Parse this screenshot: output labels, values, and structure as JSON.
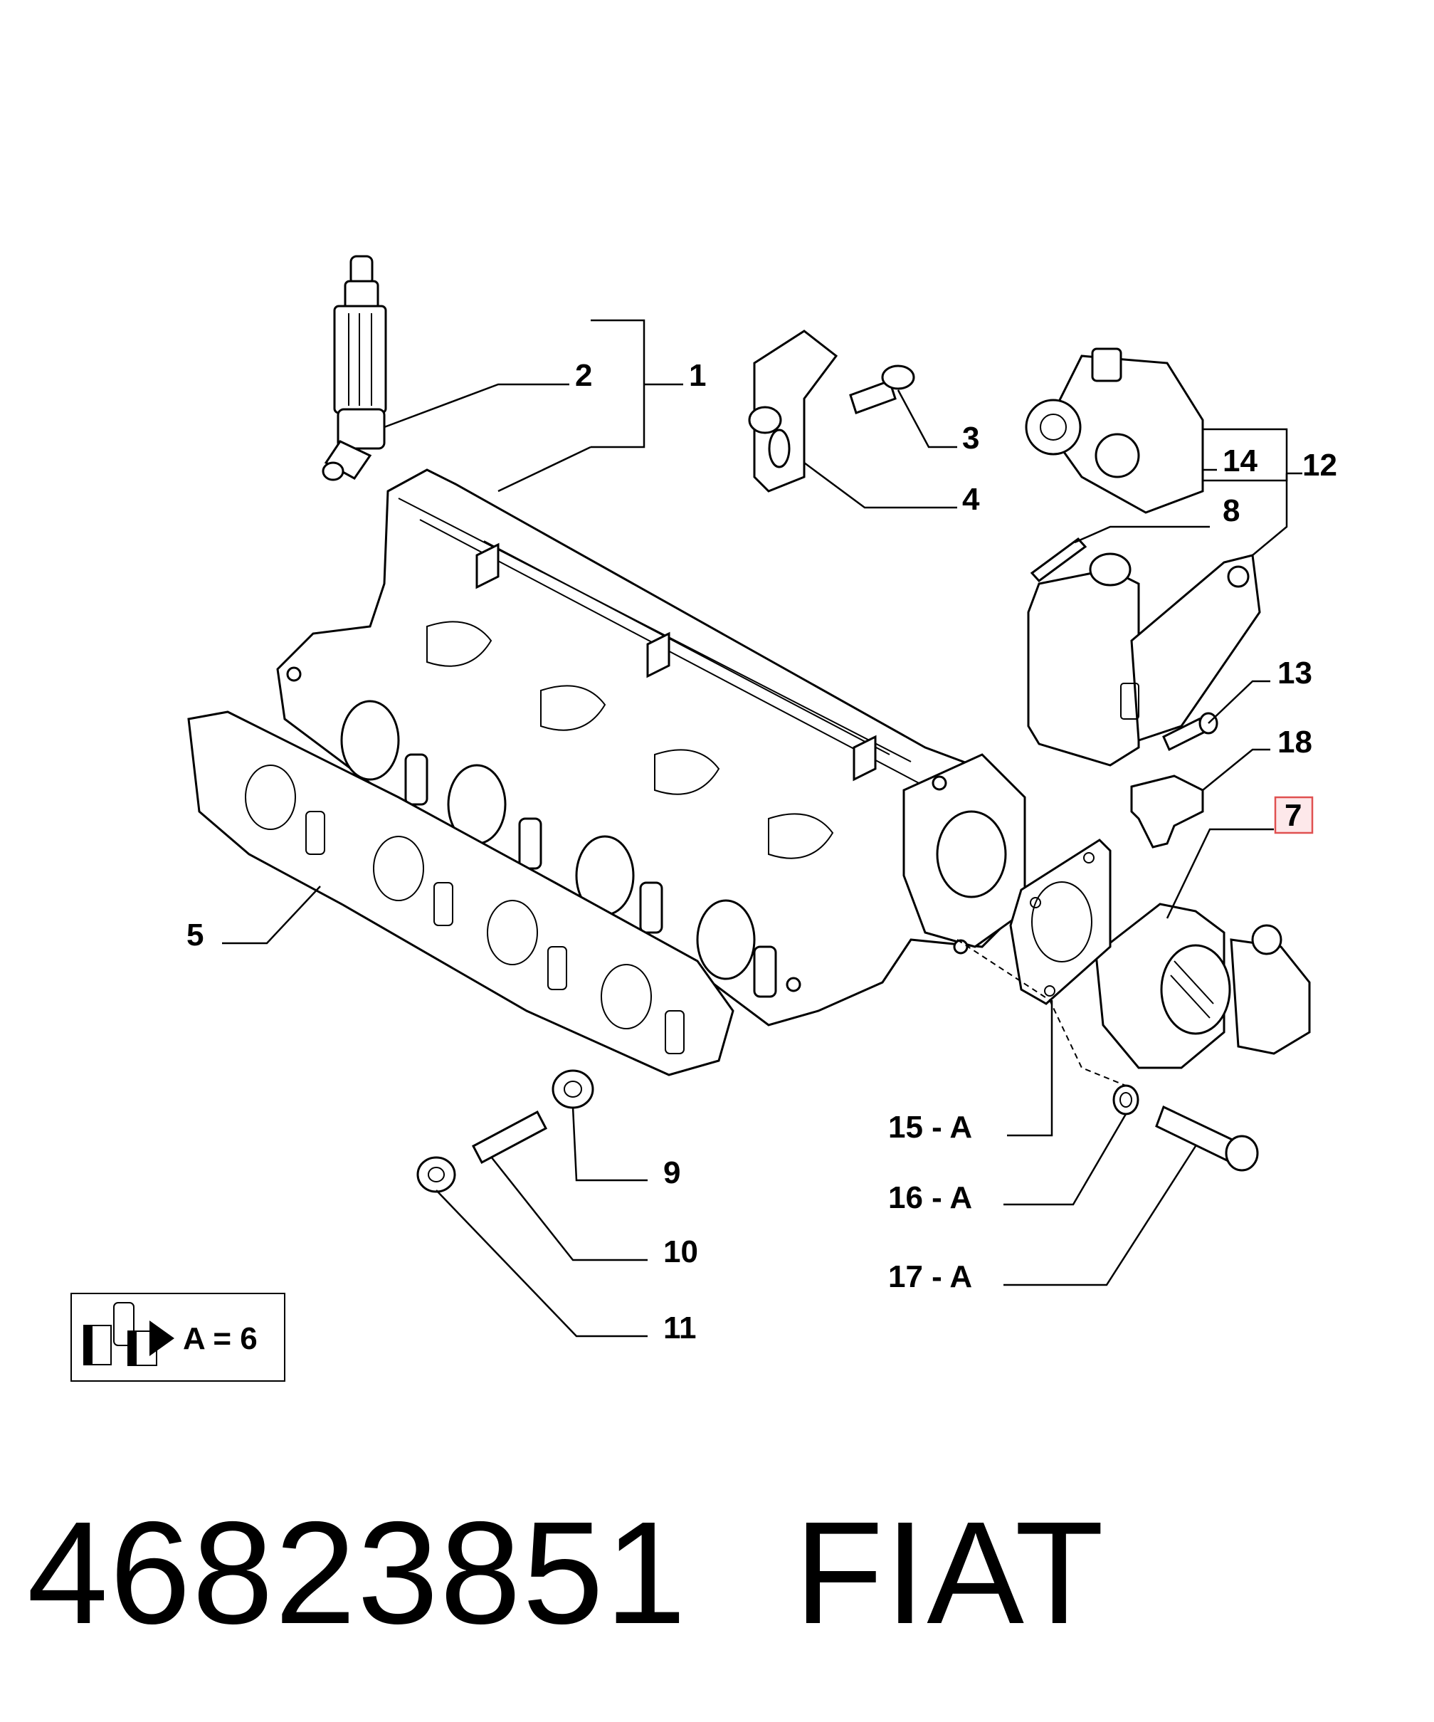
{
  "callouts": {
    "c1": "1",
    "c2": "2",
    "c3": "3",
    "c4": "4",
    "c5": "5",
    "c7": "7",
    "c8": "8",
    "c9": "9",
    "c10": "10",
    "c11": "11",
    "c12": "12",
    "c13": "13",
    "c14": "14",
    "c18": "18",
    "c15": "15 - A",
    "c16": "16 - A",
    "c17": "17 - A"
  },
  "kit_legend": {
    "text": "A = 6"
  },
  "footer": {
    "part_number": "46823851",
    "brand": "FIAT"
  },
  "colors": {
    "highlight_border": "#e05050",
    "highlight_fill": "#fde8ea",
    "ink": "#000000"
  }
}
